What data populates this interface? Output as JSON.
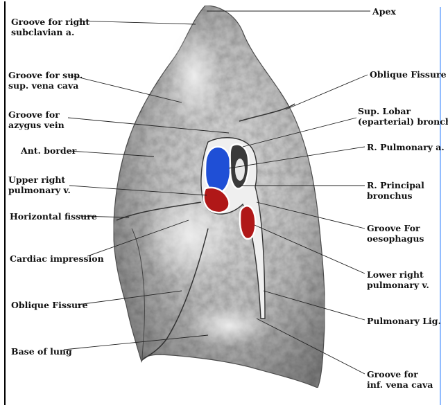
{
  "diagram": {
    "colors": {
      "lung_light": "#cfcfcf",
      "lung_dark": "#6f6f6f",
      "leader": "#222222",
      "vein_blue": "#1f4fd6",
      "artery_red": "#b01818",
      "frame": "#000000"
    },
    "labels_left": [
      {
        "id": "groove-right-subclavian",
        "lines": [
          "Groove for right",
          "subclavian a."
        ]
      },
      {
        "id": "groove-sup-vena-cava",
        "lines": [
          "Groove for sup.",
          "sup. vena cava"
        ]
      },
      {
        "id": "groove-azygus",
        "lines": [
          "Groove for",
          "azygus vein"
        ]
      },
      {
        "id": "ant-border",
        "lines": [
          "Ant. border"
        ]
      },
      {
        "id": "upper-right-pulmonary",
        "lines": [
          "Upper right",
          "pulmonary v."
        ]
      },
      {
        "id": "horizontal-fissure",
        "lines": [
          "Horizontal fissure"
        ]
      },
      {
        "id": "cardiac-impression",
        "lines": [
          "Cardiac impression"
        ]
      },
      {
        "id": "oblique-fissure-left",
        "lines": [
          "Oblique Fissure"
        ]
      },
      {
        "id": "base-of-lung",
        "lines": [
          "Base of lung"
        ]
      }
    ],
    "labels_right": [
      {
        "id": "apex",
        "lines": [
          "Apex"
        ]
      },
      {
        "id": "oblique-fissure-right",
        "lines": [
          "Oblique Fissure"
        ]
      },
      {
        "id": "sup-lobar-bronchus",
        "lines": [
          "Sup. Lobar",
          "(eparterial) bronchus"
        ]
      },
      {
        "id": "r-pulmonary-a",
        "lines": [
          "R. Pulmonary a."
        ]
      },
      {
        "id": "r-principal-bronchus",
        "lines": [
          "R. Principal",
          "bronchus"
        ]
      },
      {
        "id": "groove-oesophagus",
        "lines": [
          "Groove For",
          "oesophagus"
        ]
      },
      {
        "id": "lower-right-pulmonary",
        "lines": [
          "Lower right",
          "pulmonary v."
        ]
      },
      {
        "id": "pulmonary-lig",
        "lines": [
          "Pulmonary Lig."
        ]
      },
      {
        "id": "groove-inf-vena-cava",
        "lines": [
          "Groove for",
          "inf. vena cava"
        ]
      }
    ]
  }
}
